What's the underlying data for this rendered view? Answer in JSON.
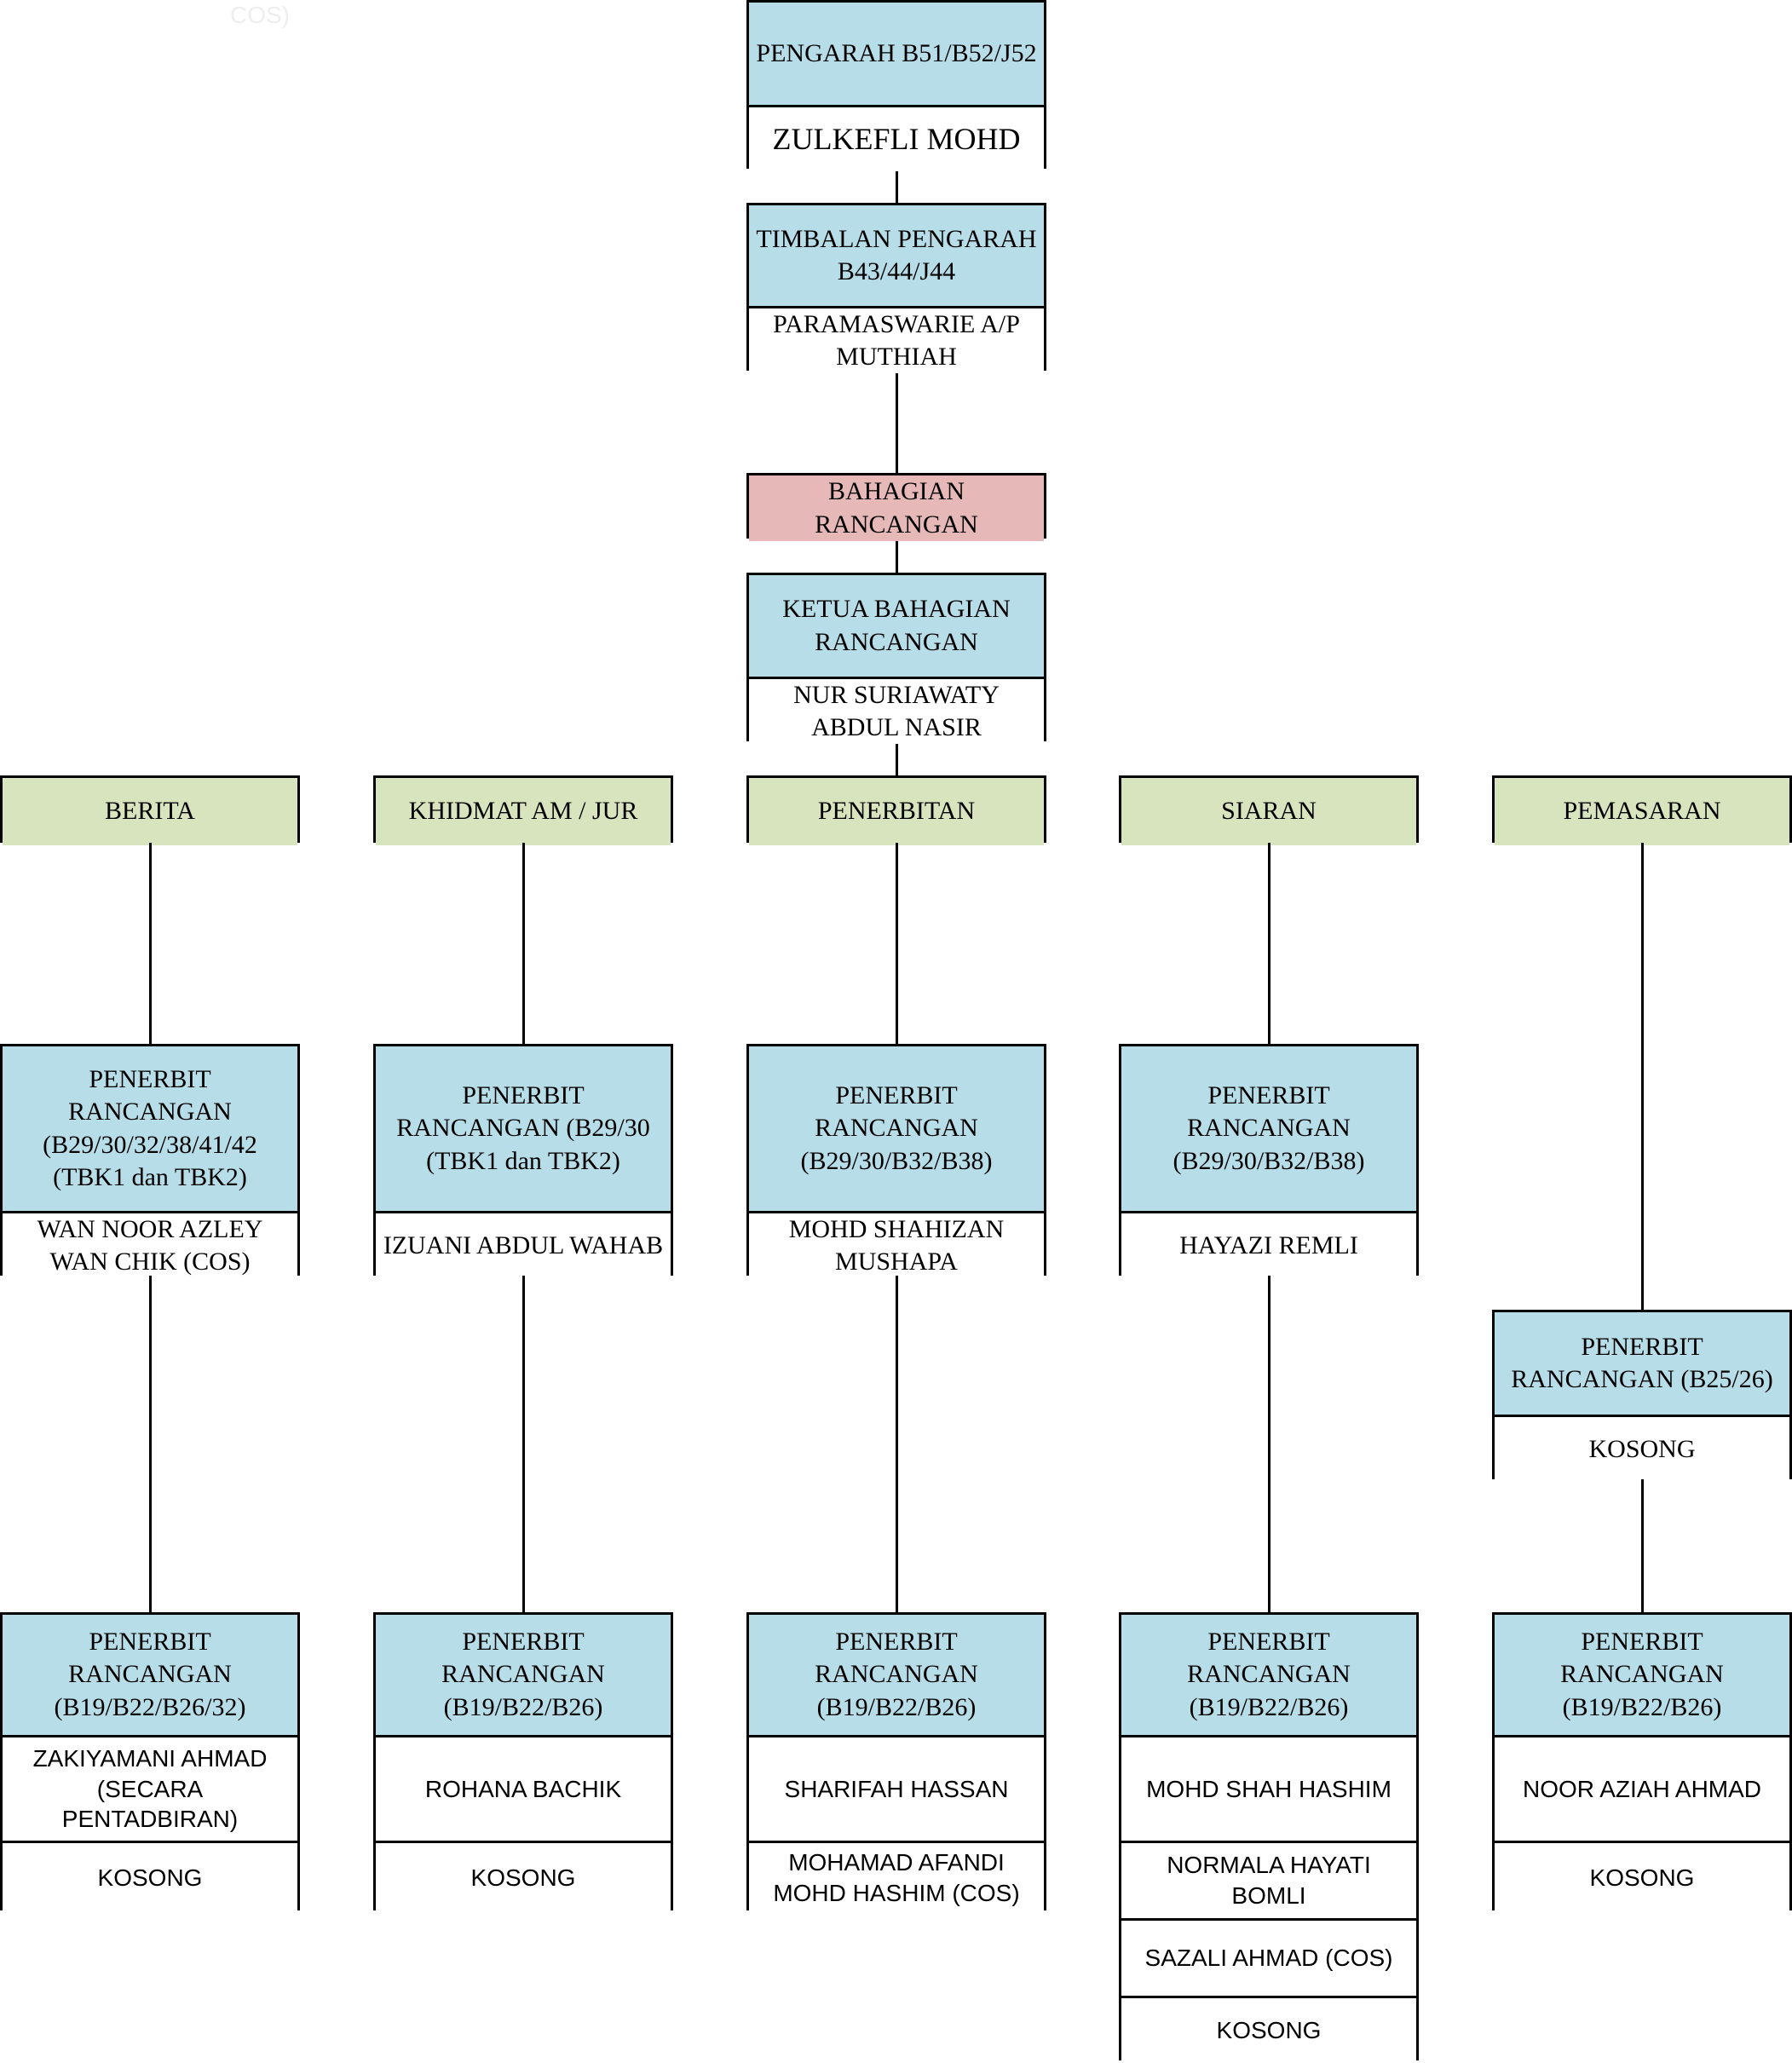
{
  "faded_text": "COS)",
  "director": {
    "title": "PENGARAH B51/B52/J52",
    "name": "ZULKEFLI MOHD"
  },
  "deputy": {
    "title": "TIMBALAN PENGARAH B43/44/J44",
    "name": "PARAMASWARIE A/P MUTHIAH"
  },
  "division": {
    "title": "BAHAGIAN RANCANGAN"
  },
  "division_head": {
    "title": "KETUA BAHAGIAN RANCANGAN",
    "name": "NUR SURIAWATY ABDUL NASIR"
  },
  "units": [
    {
      "name": "BERITA",
      "senior": {
        "title": "PENERBIT RANCANGAN (B29/30/32/38/41/42 (TBK1 dan TBK2)",
        "name": "WAN NOOR AZLEY WAN CHIK    (COS)"
      },
      "junior": {
        "title": "PENERBIT RANCANGAN (B19/B22/B26/32)",
        "names": [
          "ZAKIYAMANI AHMAD (SECARA PENTADBIRAN)",
          "KOSONG"
        ]
      }
    },
    {
      "name": "KHIDMAT AM / JUR",
      "senior": {
        "title": "PENERBIT RANCANGAN (B29/30 (TBK1 dan TBK2)",
        "name": "IZUANI ABDUL WAHAB"
      },
      "junior": {
        "title": "PENERBIT RANCANGAN (B19/B22/B26)",
        "names": [
          "ROHANA BACHIK",
          "KOSONG"
        ]
      }
    },
    {
      "name": "PENERBITAN",
      "senior": {
        "title": "PENERBIT RANCANGAN (B29/30/B32/B38)",
        "name": "MOHD SHAHIZAN MUSHAPA"
      },
      "junior": {
        "title": "PENERBIT RANCANGAN (B19/B22/B26)",
        "names": [
          "SHARIFAH HASSAN",
          "MOHAMAD AFANDI MOHD HASHIM (COS)"
        ]
      }
    },
    {
      "name": "SIARAN",
      "senior": {
        "title": "PENERBIT RANCANGAN (B29/30/B32/B38)",
        "name": "HAYAZI REMLI"
      },
      "junior": {
        "title": "PENERBIT RANCANGAN (B19/B22/B26)",
        "names": [
          "MOHD SHAH HASHIM",
          "NORMALA HAYATI BOMLI",
          "SAZALI AHMAD (COS)",
          "KOSONG"
        ]
      }
    },
    {
      "name": "PEMASARAN",
      "senior": {
        "title": "PENERBIT RANCANGAN (B25/26)",
        "name": "KOSONG"
      },
      "junior": {
        "title": "PENERBIT RANCANGAN (B19/B22/B26)",
        "names": [
          "NOOR AZIAH AHMAD",
          "KOSONG"
        ]
      }
    }
  ]
}
